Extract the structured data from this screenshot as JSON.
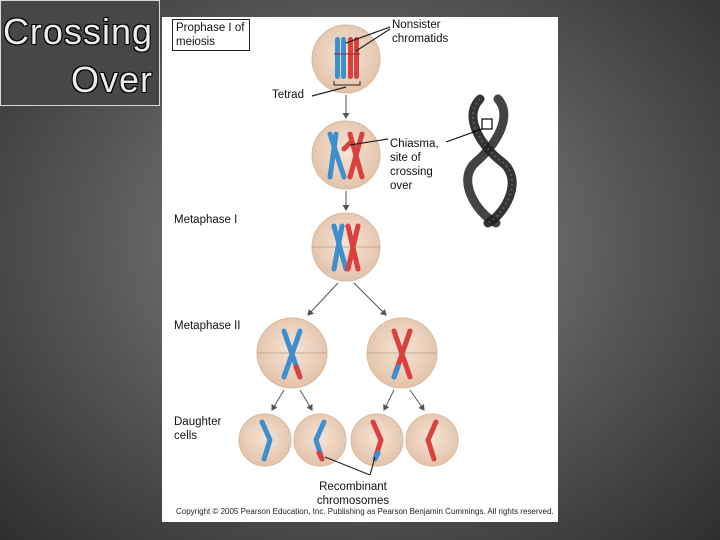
{
  "slide": {
    "title_line1": "Crossing",
    "title_line2": "Over"
  },
  "figure": {
    "labels": {
      "prophase": "Prophase I of meiosis",
      "nonsister": "Nonsister chromatids",
      "tetrad": "Tetrad",
      "chiasma": "Chiasma, site of crossing over",
      "metaphase1": "Metaphase I",
      "metaphase2": "Metaphase II",
      "daughter": "Daughter cells",
      "recombinant": "Recombinant chromosomes"
    },
    "copyright": "Copyright © 2005 Pearson Education, Inc. Publishing as Pearson Benjamin Cummings. All rights reserved."
  },
  "colors": {
    "cell_fill": "#ecd3bf",
    "blue_chromosome": "#3e8fd0",
    "red_chromosome": "#d9403e",
    "arrow": "#555555"
  }
}
